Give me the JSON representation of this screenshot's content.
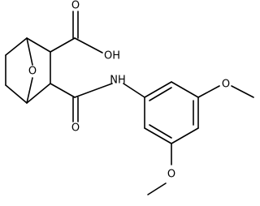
{
  "molecule": {
    "atom_labels": {
      "carboxyl_oh": "OH",
      "carbonyl_o_acid": "O",
      "bridge_o": "O",
      "amide_nh": "NH",
      "amide_o": "O",
      "methoxy_o_upper": "O",
      "methoxy_o_lower": "O"
    },
    "colors": {
      "bond": "#000000",
      "label": "#000000",
      "background": "#ffffff"
    }
  }
}
